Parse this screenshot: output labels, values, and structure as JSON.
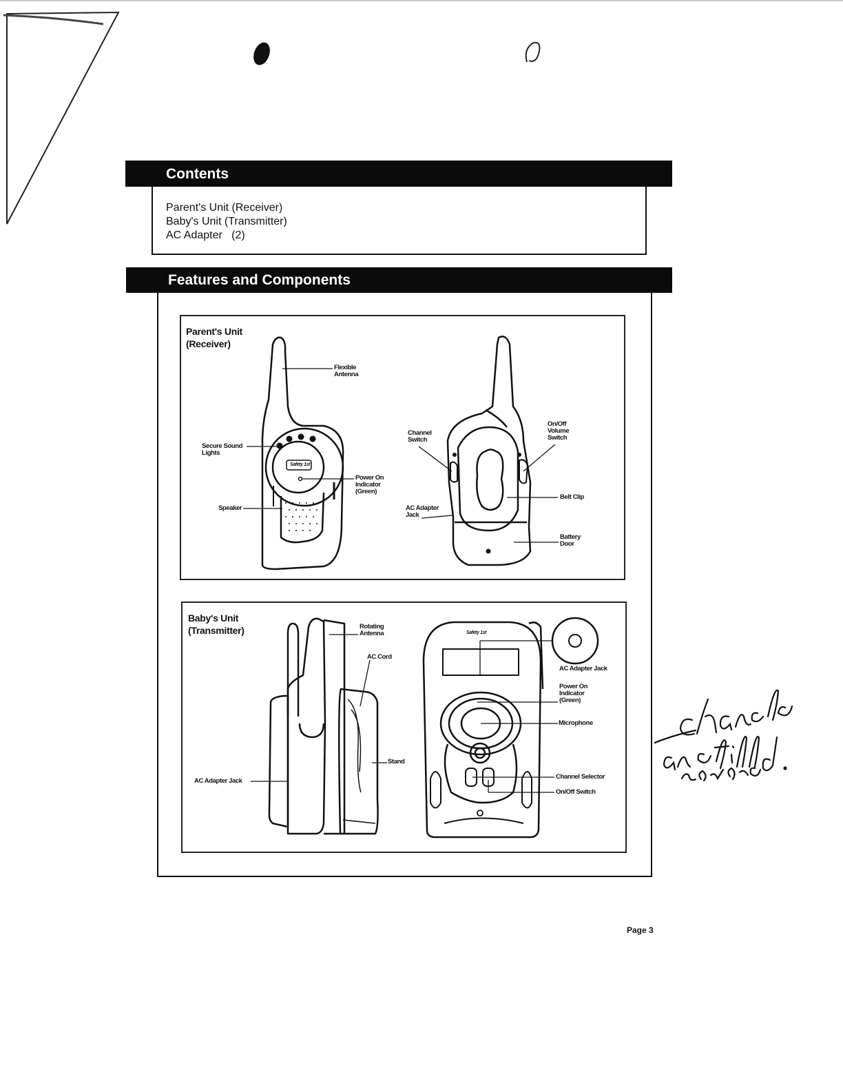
{
  "contents": {
    "title": "Contents",
    "items": [
      "Parent's Unit (Receiver)",
      "Baby's Unit (Transmitter)",
      "AC Adapter   (2)"
    ]
  },
  "features": {
    "title": "Features and Components",
    "parent_unit": {
      "title_line1": "Parent's Unit",
      "title_line2": "(Receiver)",
      "labels": {
        "flexible_antenna": [
          "Flexible",
          "Antenna"
        ],
        "secure_sound_lights": [
          "Secure Sound",
          "Lights"
        ],
        "power_on_indicator": [
          "Power On",
          "Indicator",
          "(Green)"
        ],
        "speaker": "Speaker",
        "channel_switch": [
          "Channel",
          "Switch"
        ],
        "on_off_volume_switch": [
          "On/Off",
          "Volume",
          "Switch"
        ],
        "ac_adapter_jack": [
          "AC Adapter",
          "Jack"
        ],
        "belt_clip": "Belt Clip",
        "battery_door": [
          "Battery",
          "Door"
        ],
        "logo": "Safety 1st"
      }
    },
    "baby_unit": {
      "title_line1": "Baby's Unit",
      "title_line2": "(Transmitter)",
      "labels": {
        "rotating_antenna": [
          "Rotating",
          "Antenna"
        ],
        "ac_cord": "AC Cord",
        "stand": "Stand",
        "ac_adapter_jack_left": "AC Adapter Jack",
        "ac_adapter_jack_right": "AC Adapter Jack",
        "power_on_indicator": [
          "Power On",
          "Indicator",
          "(Green)"
        ],
        "microphone": "Microphone",
        "channel_selector": "Channel Selector",
        "on_off_switch": "On/Off Switch",
        "logo": "Safety 1st"
      }
    }
  },
  "handwritten_note": "channels are still reversed.",
  "page_number": "Page 3"
}
